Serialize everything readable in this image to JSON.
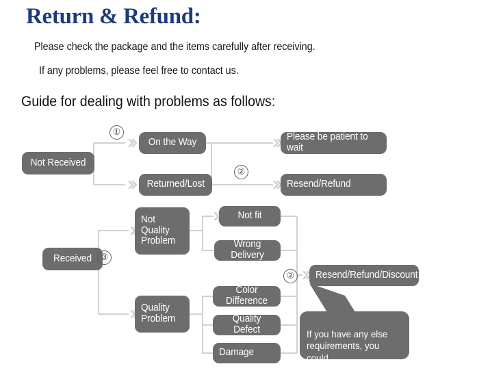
{
  "header": {
    "title": "Return & Refund:",
    "title_color": "#1d3c7c",
    "note_1": "Please check the package and the items carefully after receiving.",
    "note_2": "If any problems, please feel free to contact us.",
    "guide_title": "Guide for dealing with problems as follows:"
  },
  "theme": {
    "node_fill": "#6d6d6d",
    "node_text": "#ffffff",
    "connector": "#d2d2d2",
    "background": "#ffffff",
    "marker_outline": "#5d5d5d"
  },
  "flowchart": {
    "nodes": [
      {
        "id": "not-received",
        "label": "Not Received"
      },
      {
        "id": "on-the-way",
        "label": "On the Way"
      },
      {
        "id": "returned-lost",
        "label": "Returned/Lost"
      },
      {
        "id": "please-be-patient",
        "label": "Please be patient to wait"
      },
      {
        "id": "resend-refund",
        "label": "Resend/Refund"
      },
      {
        "id": "received",
        "label": "Received"
      },
      {
        "id": "not-quality-problem",
        "label": "Not\nQuality\nProblem"
      },
      {
        "id": "quality-problem",
        "label": "Quality\nProblem"
      },
      {
        "id": "not-fit",
        "label": "Not fit"
      },
      {
        "id": "wrong-delivery",
        "label": "Wrong Delivery"
      },
      {
        "id": "color-difference",
        "label": "Color Difference"
      },
      {
        "id": "quality-defect",
        "label": "Quality Defect"
      },
      {
        "id": "damage",
        "label": "Damage"
      },
      {
        "id": "resend-refund-discount",
        "label": "Resend/Refund/Discount"
      }
    ],
    "markers": [
      {
        "id": "marker-1",
        "label": "①"
      },
      {
        "id": "marker-2a",
        "label": "②"
      },
      {
        "id": "marker-3",
        "label": "③"
      },
      {
        "id": "marker-2b",
        "label": "②"
      }
    ],
    "callout": {
      "text": "If you have any else\nrequirements, you could\nalso tell us!"
    }
  }
}
